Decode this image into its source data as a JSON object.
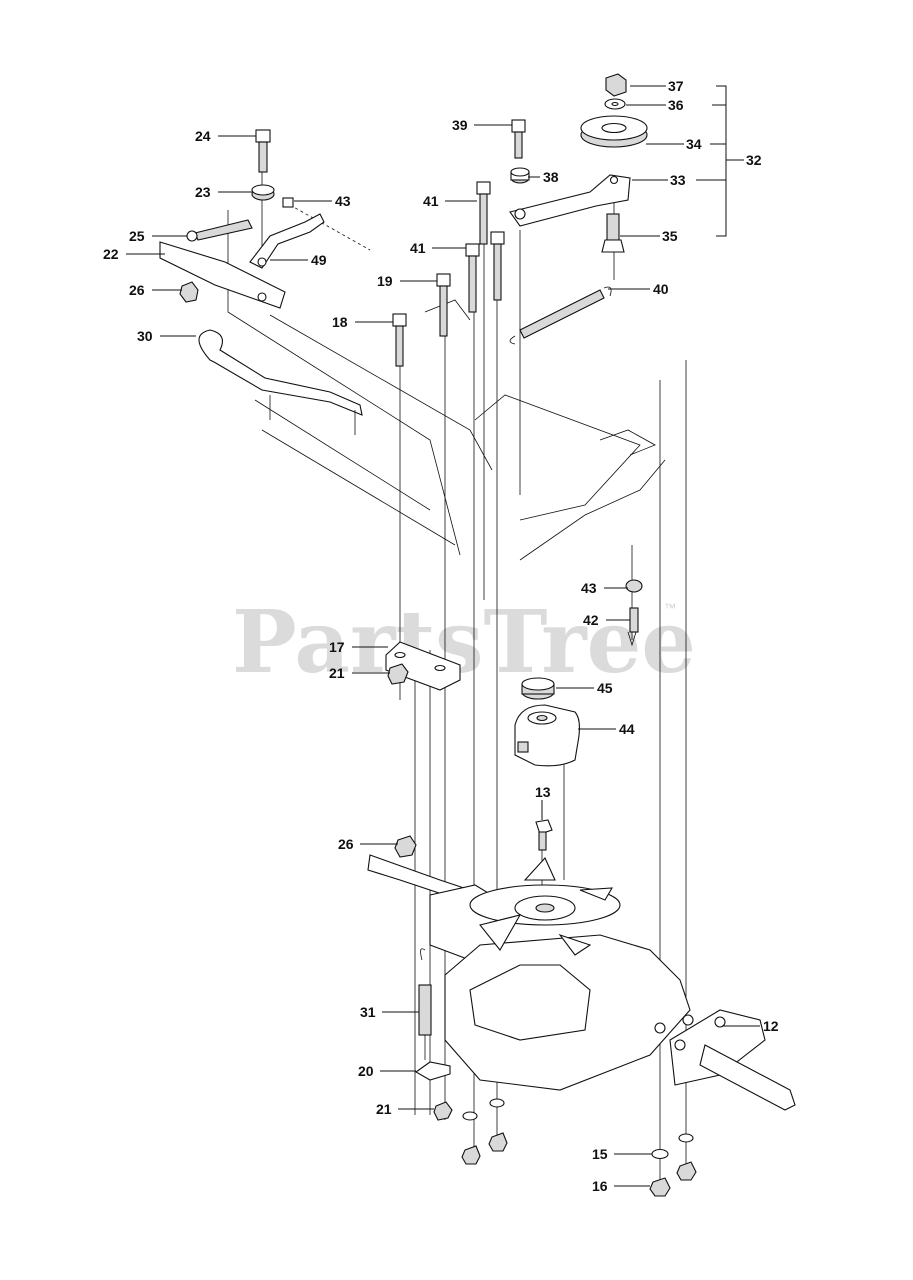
{
  "watermark": {
    "text": "PartsTree",
    "trademark": "™"
  },
  "callouts": [
    {
      "id": "c37",
      "label": "37"
    },
    {
      "id": "c36",
      "label": "36"
    },
    {
      "id": "c34",
      "label": "34"
    },
    {
      "id": "c32",
      "label": "32"
    },
    {
      "id": "c33",
      "label": "33"
    },
    {
      "id": "c35",
      "label": "35"
    },
    {
      "id": "c39",
      "label": "39"
    },
    {
      "id": "c38",
      "label": "38"
    },
    {
      "id": "c41a",
      "label": "41"
    },
    {
      "id": "c41b",
      "label": "41"
    },
    {
      "id": "c40",
      "label": "40"
    },
    {
      "id": "c19",
      "label": "19"
    },
    {
      "id": "c18",
      "label": "18"
    },
    {
      "id": "c24",
      "label": "24"
    },
    {
      "id": "c23",
      "label": "23"
    },
    {
      "id": "c43a",
      "label": "43"
    },
    {
      "id": "c25",
      "label": "25"
    },
    {
      "id": "c22",
      "label": "22"
    },
    {
      "id": "c49",
      "label": "49"
    },
    {
      "id": "c26a",
      "label": "26"
    },
    {
      "id": "c30",
      "label": "30"
    },
    {
      "id": "c43b",
      "label": "43"
    },
    {
      "id": "c42",
      "label": "42"
    },
    {
      "id": "c17",
      "label": "17"
    },
    {
      "id": "c21a",
      "label": "21"
    },
    {
      "id": "c45",
      "label": "45"
    },
    {
      "id": "c44",
      "label": "44"
    },
    {
      "id": "c13",
      "label": "13"
    },
    {
      "id": "c26b",
      "label": "26"
    },
    {
      "id": "c31",
      "label": "31"
    },
    {
      "id": "c12",
      "label": "12"
    },
    {
      "id": "c20",
      "label": "20"
    },
    {
      "id": "c21b",
      "label": "21"
    },
    {
      "id": "c15",
      "label": "15"
    },
    {
      "id": "c16",
      "label": "16"
    }
  ]
}
